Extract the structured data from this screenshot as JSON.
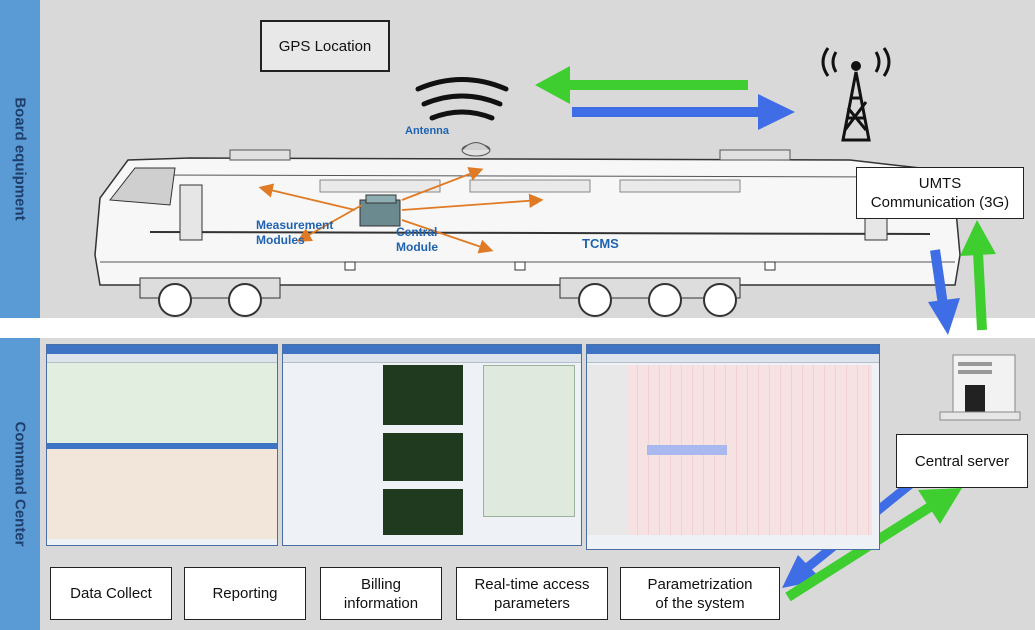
{
  "sections": {
    "board_equipment": "Board equipment",
    "command_center": "Command Center"
  },
  "board": {
    "gps_location": "GPS Location",
    "antenna": "Antenna",
    "measurement_modules": "Measurement\nModules",
    "central_module": "Central\nModule",
    "tcms": "TCMS",
    "umts_communication": "UMTS\nCommunication (3G)"
  },
  "command": {
    "central_server": "Central server",
    "functions": [
      "Data Collect",
      "Reporting",
      "Billing\ninformation",
      "Real-time access\nparameters",
      "Parametrization\nof the system"
    ]
  },
  "colors": {
    "band_blue": "#5b9bd5",
    "arrow_green": "#3fce2f",
    "arrow_blue": "#3f6de6",
    "link_orange": "#e07a24",
    "label_blue": "#1f63b0"
  },
  "icons": [
    "antenna-icon",
    "radio-tower-icon",
    "server-icon",
    "central-module-icon",
    "locomotive-illustration"
  ]
}
